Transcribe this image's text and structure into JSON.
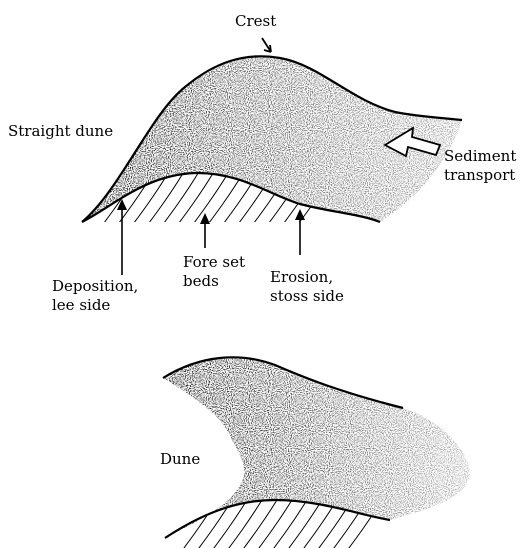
{
  "diagram_top": {
    "crest": "Crest",
    "shape": "Straight dune",
    "transport": [
      "Sediment",
      "transport"
    ],
    "foreset": [
      "Fore set",
      "beds"
    ],
    "deposition": [
      "Deposition,",
      "lee side"
    ],
    "erosion": [
      "Erosion,",
      "stoss side"
    ]
  },
  "diagram_bottom": {
    "shape": "Dune"
  }
}
